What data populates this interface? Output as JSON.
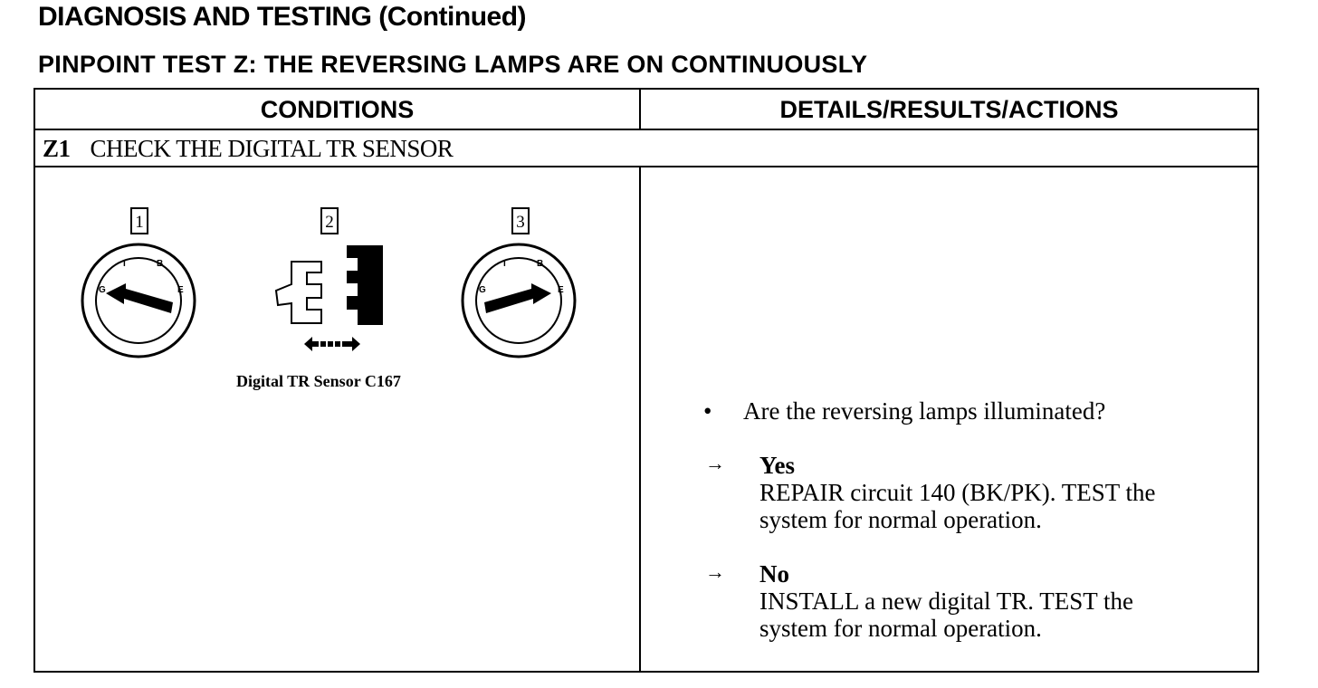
{
  "header": {
    "section_title": "DIAGNOSIS AND TESTING (Continued)",
    "test_title": "PINPOINT TEST Z:  THE REVERSING LAMPS ARE ON CONTINUOUSLY"
  },
  "table": {
    "col_conditions": "CONDITIONS",
    "col_details": "DETAILS/RESULTS/ACTIONS",
    "step": {
      "id": "Z1",
      "title": "CHECK THE DIGITAL TR SENSOR"
    },
    "figure": {
      "labels": [
        "1",
        "2",
        "3"
      ],
      "dial_letters": [
        "G",
        "I",
        "B",
        "E"
      ],
      "caption": "Digital TR Sensor C167"
    },
    "question": "Are the reversing lamps illuminated?",
    "results": [
      {
        "answer": "Yes",
        "line1": "REPAIR circuit 140 (BK/PK). TEST the",
        "line2": "system for normal operation."
      },
      {
        "answer": "No",
        "line1": "INSTALL a new digital TR. TEST the",
        "line2": "system for normal operation."
      }
    ]
  }
}
